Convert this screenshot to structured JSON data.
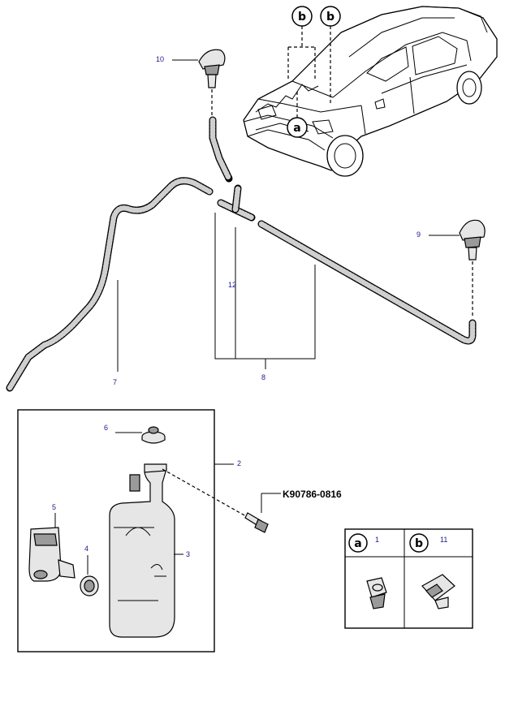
{
  "callouts": {
    "c1": "1",
    "c2": "2",
    "c3": "3",
    "c4": "4",
    "c5": "5",
    "c6": "6",
    "c7": "7",
    "c8": "8",
    "c9": "9",
    "c10": "10",
    "c11": "11",
    "c12": "12"
  },
  "bolt_part_number": "K90786-0816",
  "location_markers": {
    "a": "a",
    "b": "b"
  },
  "legend": {
    "a_marker": "a",
    "a_number": "1",
    "b_marker": "b",
    "b_number": "11"
  },
  "colors": {
    "callout_text": "#1a1a8c",
    "line": "#000000",
    "hose_fill": "#cfcfcf"
  }
}
